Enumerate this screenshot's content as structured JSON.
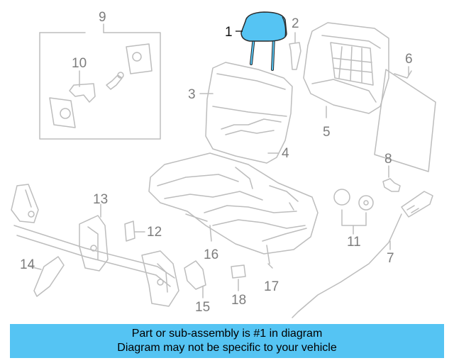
{
  "callouts": {
    "c1": "1",
    "c2": "2",
    "c3": "3",
    "c4": "4",
    "c5": "5",
    "c6": "6",
    "c7": "7",
    "c8": "8",
    "c9": "9",
    "c10": "10",
    "c11": "11",
    "c12": "12",
    "c13": "13",
    "c14": "14",
    "c15": "15",
    "c16": "16",
    "c17": "17",
    "c18": "18"
  },
  "banner": {
    "line1": "Part or sub-assembly is #1 in diagram",
    "line2": "Diagram may not be specific to your vehicle"
  },
  "colors": {
    "highlight": "#55c4f3",
    "line": "#bdbdbd",
    "callout": "#7d7d7d"
  }
}
